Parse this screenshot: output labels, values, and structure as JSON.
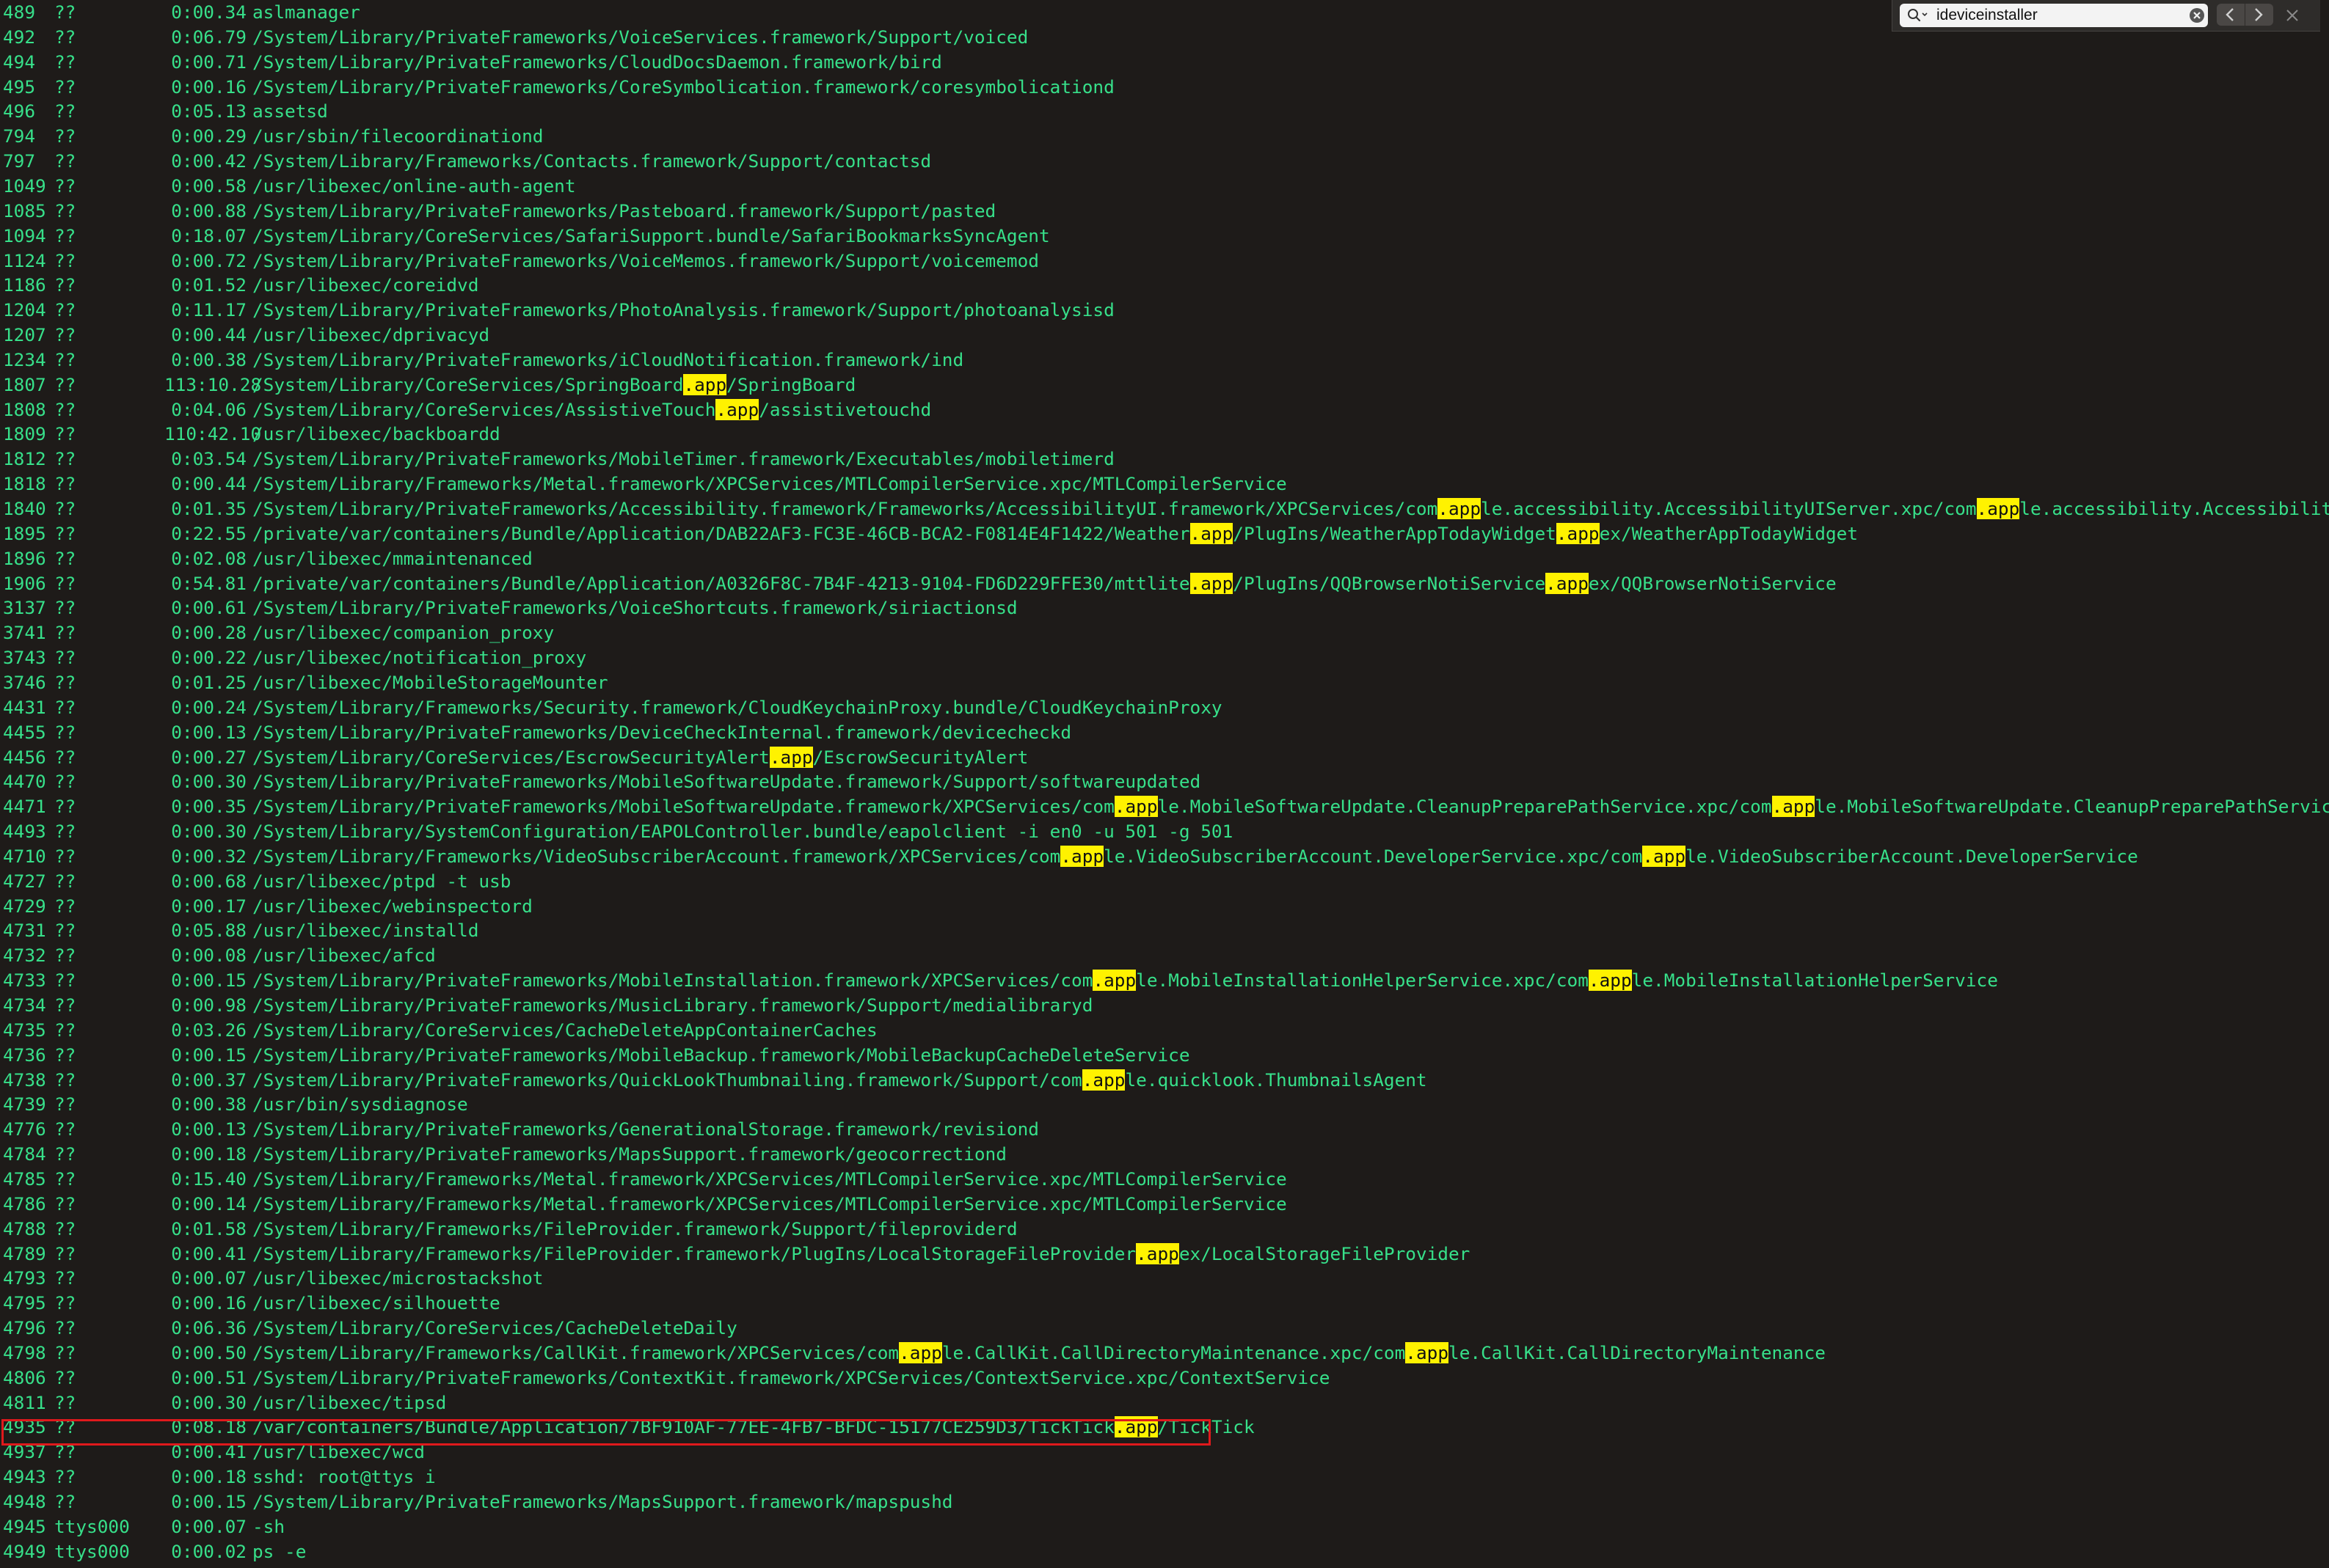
{
  "find_bar": {
    "query": "ideviceinstaller",
    "icons": [
      "search-icon",
      "clear-icon",
      "chevron-left-icon",
      "chevron-right-icon",
      "close-icon"
    ]
  },
  "highlight_term": ".app",
  "selected_pid": "4935",
  "colors": {
    "text": "#37e08a",
    "background": "#1e1b19",
    "highlight": "#fff200",
    "selection_box": "#e0191c"
  },
  "processes": [
    {
      "pid": "489",
      "tty": "??",
      "time": "0:00.34",
      "cmd": "aslmanager"
    },
    {
      "pid": "492",
      "tty": "??",
      "time": "0:06.79",
      "cmd": "/System/Library/PrivateFrameworks/VoiceServices.framework/Support/voiced"
    },
    {
      "pid": "494",
      "tty": "??",
      "time": "0:00.71",
      "cmd": "/System/Library/PrivateFrameworks/CloudDocsDaemon.framework/bird"
    },
    {
      "pid": "495",
      "tty": "??",
      "time": "0:00.16",
      "cmd": "/System/Library/PrivateFrameworks/CoreSymbolication.framework/coresymbolicationd"
    },
    {
      "pid": "496",
      "tty": "??",
      "time": "0:05.13",
      "cmd": "assetsd"
    },
    {
      "pid": "794",
      "tty": "??",
      "time": "0:00.29",
      "cmd": "/usr/sbin/filecoordinationd"
    },
    {
      "pid": "797",
      "tty": "??",
      "time": "0:00.42",
      "cmd": "/System/Library/Frameworks/Contacts.framework/Support/contactsd"
    },
    {
      "pid": "1049",
      "tty": "??",
      "time": "0:00.58",
      "cmd": "/usr/libexec/online-auth-agent"
    },
    {
      "pid": "1085",
      "tty": "??",
      "time": "0:00.88",
      "cmd": "/System/Library/PrivateFrameworks/Pasteboard.framework/Support/pasted"
    },
    {
      "pid": "1094",
      "tty": "??",
      "time": "0:18.07",
      "cmd": "/System/Library/CoreServices/SafariSupport.bundle/SafariBookmarksSyncAgent"
    },
    {
      "pid": "1124",
      "tty": "??",
      "time": "0:00.72",
      "cmd": "/System/Library/PrivateFrameworks/VoiceMemos.framework/Support/voicememod"
    },
    {
      "pid": "1186",
      "tty": "??",
      "time": "0:01.52",
      "cmd": "/usr/libexec/coreidvd"
    },
    {
      "pid": "1204",
      "tty": "??",
      "time": "0:11.17",
      "cmd": "/System/Library/PrivateFrameworks/PhotoAnalysis.framework/Support/photoanalysisd"
    },
    {
      "pid": "1207",
      "tty": "??",
      "time": "0:00.44",
      "cmd": "/usr/libexec/dprivacyd"
    },
    {
      "pid": "1234",
      "tty": "??",
      "time": "0:00.38",
      "cmd": "/System/Library/PrivateFrameworks/iCloudNotification.framework/ind"
    },
    {
      "pid": "1807",
      "tty": "??",
      "time": "113:10.28",
      "cmd": "/System/Library/CoreServices/SpringBoard.app/SpringBoard"
    },
    {
      "pid": "1808",
      "tty": "??",
      "time": "0:04.06",
      "cmd": "/System/Library/CoreServices/AssistiveTouch.app/assistivetouchd"
    },
    {
      "pid": "1809",
      "tty": "??",
      "time": "110:42.10",
      "cmd": "/usr/libexec/backboardd"
    },
    {
      "pid": "1812",
      "tty": "??",
      "time": "0:03.54",
      "cmd": "/System/Library/PrivateFrameworks/MobileTimer.framework/Executables/mobiletimerd"
    },
    {
      "pid": "1818",
      "tty": "??",
      "time": "0:00.44",
      "cmd": "/System/Library/Frameworks/Metal.framework/XPCServices/MTLCompilerService.xpc/MTLCompilerService"
    },
    {
      "pid": "1840",
      "tty": "??",
      "time": "0:01.35",
      "cmd": "/System/Library/PrivateFrameworks/Accessibility.framework/Frameworks/AccessibilityUI.framework/XPCServices/com.apple.accessibility.AccessibilityUIServer.xpc/com.apple.accessibility.AccessibilityUIServer"
    },
    {
      "pid": "1895",
      "tty": "??",
      "time": "0:22.55",
      "cmd": "/private/var/containers/Bundle/Application/DAB22AF3-FC3E-46CB-BCA2-F0814E4F1422/Weather.app/PlugIns/WeatherAppTodayWidget.appex/WeatherAppTodayWidget"
    },
    {
      "pid": "1896",
      "tty": "??",
      "time": "0:02.08",
      "cmd": "/usr/libexec/mmaintenanced"
    },
    {
      "pid": "1906",
      "tty": "??",
      "time": "0:54.81",
      "cmd": "/private/var/containers/Bundle/Application/A0326F8C-7B4F-4213-9104-FD6D229FFE30/mttlite.app/PlugIns/QQBrowserNotiService.appex/QQBrowserNotiService"
    },
    {
      "pid": "3137",
      "tty": "??",
      "time": "0:00.61",
      "cmd": "/System/Library/PrivateFrameworks/VoiceShortcuts.framework/siriactionsd"
    },
    {
      "pid": "3741",
      "tty": "??",
      "time": "0:00.28",
      "cmd": "/usr/libexec/companion_proxy"
    },
    {
      "pid": "3743",
      "tty": "??",
      "time": "0:00.22",
      "cmd": "/usr/libexec/notification_proxy"
    },
    {
      "pid": "3746",
      "tty": "??",
      "time": "0:01.25",
      "cmd": "/usr/libexec/MobileStorageMounter"
    },
    {
      "pid": "4431",
      "tty": "??",
      "time": "0:00.24",
      "cmd": "/System/Library/Frameworks/Security.framework/CloudKeychainProxy.bundle/CloudKeychainProxy"
    },
    {
      "pid": "4455",
      "tty": "??",
      "time": "0:00.13",
      "cmd": "/System/Library/PrivateFrameworks/DeviceCheckInternal.framework/devicecheckd"
    },
    {
      "pid": "4456",
      "tty": "??",
      "time": "0:00.27",
      "cmd": "/System/Library/CoreServices/EscrowSecurityAlert.app/EscrowSecurityAlert"
    },
    {
      "pid": "4470",
      "tty": "??",
      "time": "0:00.30",
      "cmd": "/System/Library/PrivateFrameworks/MobileSoftwareUpdate.framework/Support/softwareupdated"
    },
    {
      "pid": "4471",
      "tty": "??",
      "time": "0:00.35",
      "cmd": "/System/Library/PrivateFrameworks/MobileSoftwareUpdate.framework/XPCServices/com.apple.MobileSoftwareUpdate.CleanupPreparePathService.xpc/com.apple.MobileSoftwareUpdate.CleanupPreparePathService"
    },
    {
      "pid": "4493",
      "tty": "??",
      "time": "0:00.30",
      "cmd": "/System/Library/SystemConfiguration/EAPOLController.bundle/eapolclient -i en0 -u 501 -g 501"
    },
    {
      "pid": "4710",
      "tty": "??",
      "time": "0:00.32",
      "cmd": "/System/Library/Frameworks/VideoSubscriberAccount.framework/XPCServices/com.apple.VideoSubscriberAccount.DeveloperService.xpc/com.apple.VideoSubscriberAccount.DeveloperService"
    },
    {
      "pid": "4727",
      "tty": "??",
      "time": "0:00.68",
      "cmd": "/usr/libexec/ptpd -t usb"
    },
    {
      "pid": "4729",
      "tty": "??",
      "time": "0:00.17",
      "cmd": "/usr/libexec/webinspectord"
    },
    {
      "pid": "4731",
      "tty": "??",
      "time": "0:05.88",
      "cmd": "/usr/libexec/installd"
    },
    {
      "pid": "4732",
      "tty": "??",
      "time": "0:00.08",
      "cmd": "/usr/libexec/afcd"
    },
    {
      "pid": "4733",
      "tty": "??",
      "time": "0:00.15",
      "cmd": "/System/Library/PrivateFrameworks/MobileInstallation.framework/XPCServices/com.apple.MobileInstallationHelperService.xpc/com.apple.MobileInstallationHelperService"
    },
    {
      "pid": "4734",
      "tty": "??",
      "time": "0:00.98",
      "cmd": "/System/Library/PrivateFrameworks/MusicLibrary.framework/Support/medialibraryd"
    },
    {
      "pid": "4735",
      "tty": "??",
      "time": "0:03.26",
      "cmd": "/System/Library/CoreServices/CacheDeleteAppContainerCaches"
    },
    {
      "pid": "4736",
      "tty": "??",
      "time": "0:00.15",
      "cmd": "/System/Library/PrivateFrameworks/MobileBackup.framework/MobileBackupCacheDeleteService"
    },
    {
      "pid": "4738",
      "tty": "??",
      "time": "0:00.37",
      "cmd": "/System/Library/PrivateFrameworks/QuickLookThumbnailing.framework/Support/com.apple.quicklook.ThumbnailsAgent"
    },
    {
      "pid": "4739",
      "tty": "??",
      "time": "0:00.38",
      "cmd": "/usr/bin/sysdiagnose"
    },
    {
      "pid": "4776",
      "tty": "??",
      "time": "0:00.13",
      "cmd": "/System/Library/PrivateFrameworks/GenerationalStorage.framework/revisiond"
    },
    {
      "pid": "4784",
      "tty": "??",
      "time": "0:00.18",
      "cmd": "/System/Library/PrivateFrameworks/MapsSupport.framework/geocorrectiond"
    },
    {
      "pid": "4785",
      "tty": "??",
      "time": "0:15.40",
      "cmd": "/System/Library/Frameworks/Metal.framework/XPCServices/MTLCompilerService.xpc/MTLCompilerService"
    },
    {
      "pid": "4786",
      "tty": "??",
      "time": "0:00.14",
      "cmd": "/System/Library/Frameworks/Metal.framework/XPCServices/MTLCompilerService.xpc/MTLCompilerService"
    },
    {
      "pid": "4788",
      "tty": "??",
      "time": "0:01.58",
      "cmd": "/System/Library/Frameworks/FileProvider.framework/Support/fileproviderd"
    },
    {
      "pid": "4789",
      "tty": "??",
      "time": "0:00.41",
      "cmd": "/System/Library/Frameworks/FileProvider.framework/PlugIns/LocalStorageFileProvider.appex/LocalStorageFileProvider"
    },
    {
      "pid": "4793",
      "tty": "??",
      "time": "0:00.07",
      "cmd": "/usr/libexec/microstackshot"
    },
    {
      "pid": "4795",
      "tty": "??",
      "time": "0:00.16",
      "cmd": "/usr/libexec/silhouette"
    },
    {
      "pid": "4796",
      "tty": "??",
      "time": "0:06.36",
      "cmd": "/System/Library/CoreServices/CacheDeleteDaily"
    },
    {
      "pid": "4798",
      "tty": "??",
      "time": "0:00.50",
      "cmd": "/System/Library/Frameworks/CallKit.framework/XPCServices/com.apple.CallKit.CallDirectoryMaintenance.xpc/com.apple.CallKit.CallDirectoryMaintenance"
    },
    {
      "pid": "4806",
      "tty": "??",
      "time": "0:00.51",
      "cmd": "/System/Library/PrivateFrameworks/ContextKit.framework/XPCServices/ContextService.xpc/ContextService"
    },
    {
      "pid": "4811",
      "tty": "??",
      "time": "0:00.30",
      "cmd": "/usr/libexec/tipsd"
    },
    {
      "pid": "4935",
      "tty": "??",
      "time": "0:08.18",
      "cmd": "/var/containers/Bundle/Application/7BF910AF-77EE-4FB7-BFDC-15177CE259D3/TickTick.app/TickTick"
    },
    {
      "pid": "4937",
      "tty": "??",
      "time": "0:00.41",
      "cmd": "/usr/libexec/wcd"
    },
    {
      "pid": "4943",
      "tty": "??",
      "time": "0:00.18",
      "cmd": "sshd: root@ttys i"
    },
    {
      "pid": "4948",
      "tty": "??",
      "time": "0:00.15",
      "cmd": "/System/Library/PrivateFrameworks/MapsSupport.framework/mapspushd"
    },
    {
      "pid": "4945",
      "tty": "ttys000",
      "time": "0:00.07",
      "cmd": "-sh"
    },
    {
      "pid": "4949",
      "tty": "ttys000",
      "time": "0:00.02",
      "cmd": "ps -e"
    }
  ]
}
